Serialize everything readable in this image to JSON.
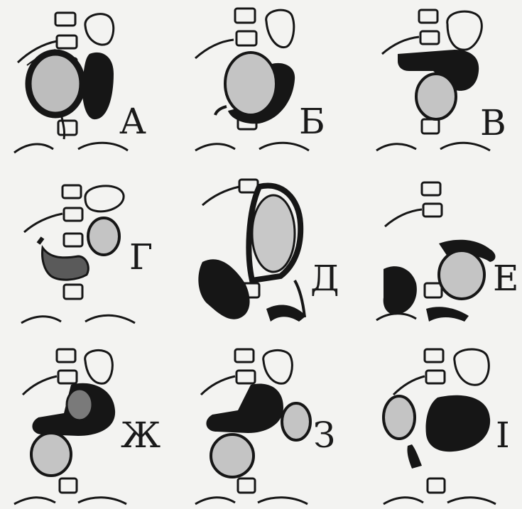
{
  "figure": {
    "panels": [
      {
        "label": "А",
        "variant": "A"
      },
      {
        "label": "Б",
        "variant": "B"
      },
      {
        "label": "В",
        "variant": "C"
      },
      {
        "label": "Г",
        "variant": "D"
      },
      {
        "label": "Д",
        "variant": "E"
      },
      {
        "label": "Е",
        "variant": "F"
      },
      {
        "label": "Ж",
        "variant": "G"
      },
      {
        "label": "З",
        "variant": "H"
      },
      {
        "label": "І",
        "variant": "I"
      }
    ],
    "colors": {
      "ink": "#161616",
      "paper": "#f3f3f1",
      "stipple": "#2a2a2a"
    }
  }
}
